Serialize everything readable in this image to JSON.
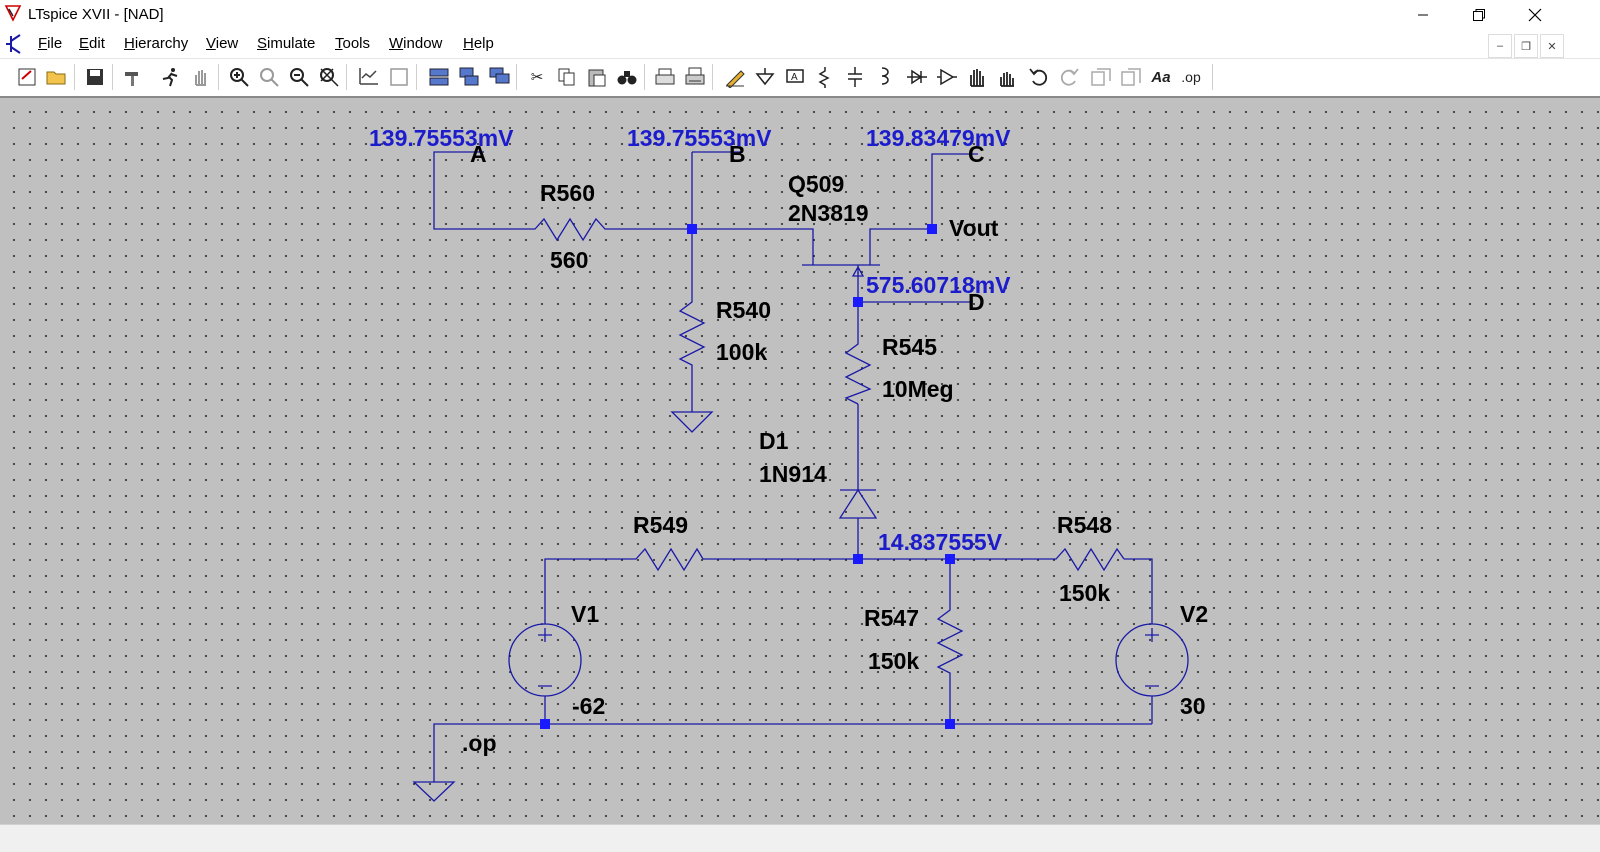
{
  "app": {
    "title": "LTspice XVII - [NAD]"
  },
  "menu": [
    {
      "label": "File",
      "u": "F",
      "rest": "ile"
    },
    {
      "label": "Edit",
      "u": "E",
      "rest": "dit"
    },
    {
      "label": "Hierarchy",
      "u": "H",
      "rest": "ierarchy"
    },
    {
      "label": "View",
      "u": "V",
      "rest": "iew"
    },
    {
      "label": "Simulate",
      "u": "S",
      "rest": "imulate"
    },
    {
      "label": "Tools",
      "u": "T",
      "rest": "ools"
    },
    {
      "label": "Window",
      "u": "W",
      "rest": "indow"
    },
    {
      "label": "Help",
      "u": "H",
      "rest": "elp"
    }
  ],
  "toolbar": {
    "items": [
      "new-schematic",
      "open",
      "save",
      "control-panel",
      "run",
      "halt",
      "zoom-in",
      "pan",
      "zoom-out",
      "zoom-fit",
      "autorange",
      "view-spice-error-log",
      "tile-horizontal",
      "cascade",
      "tile-vertical",
      "cut",
      "copy",
      "paste",
      "find",
      "print-setup",
      "print",
      "draw-wire",
      "ground",
      "label-net",
      "resistor",
      "capacitor",
      "inductor",
      "diode",
      "component",
      "move",
      "drag",
      "undo",
      "redo",
      "rotate",
      "mirror",
      "text",
      "spice-directive"
    ],
    "text_label": "Aa",
    "op_label": ".op"
  },
  "schematic": {
    "voltages": {
      "node_a": "139.75553mV",
      "node_b": "139.75553mV",
      "node_c": "139.83479mV",
      "node_d": "575.60718mV",
      "node_mid": "14.837555V"
    },
    "net_labels": {
      "a": "A",
      "b": "B",
      "c": "C",
      "d": "D",
      "vout": "Vout"
    },
    "components": {
      "r560": {
        "ref": "R560",
        "value": "560"
      },
      "r540": {
        "ref": "R540",
        "value": "100k"
      },
      "q509": {
        "ref": "Q509",
        "value": "2N3819"
      },
      "r545": {
        "ref": "R545",
        "value": "10Meg"
      },
      "d1": {
        "ref": "D1",
        "value": "1N914"
      },
      "r549": {
        "ref": "R549",
        "value": ""
      },
      "r548": {
        "ref": "R548",
        "value": "150k"
      },
      "r547": {
        "ref": "R547",
        "value": "150k"
      },
      "v1": {
        "ref": "V1",
        "value": "-62"
      },
      "v2": {
        "ref": "V2",
        "value": "30"
      }
    },
    "directive": ".op"
  },
  "colors": {
    "canvas_bg": "#c0c0c0",
    "wire": "#1a1aa8",
    "voltage_text": "#1c1ccd",
    "junction": "#1a1aff"
  }
}
